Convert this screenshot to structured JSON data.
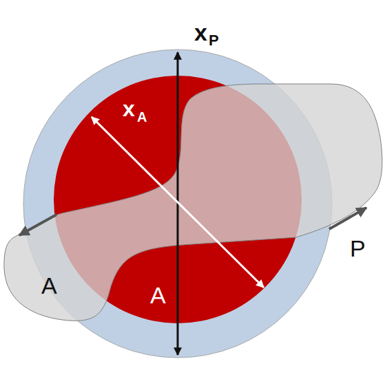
{
  "diagram": {
    "labels": [
      "x",
      "P",
      "x",
      "A",
      "A",
      "A",
      "P"
    ]
  }
}
